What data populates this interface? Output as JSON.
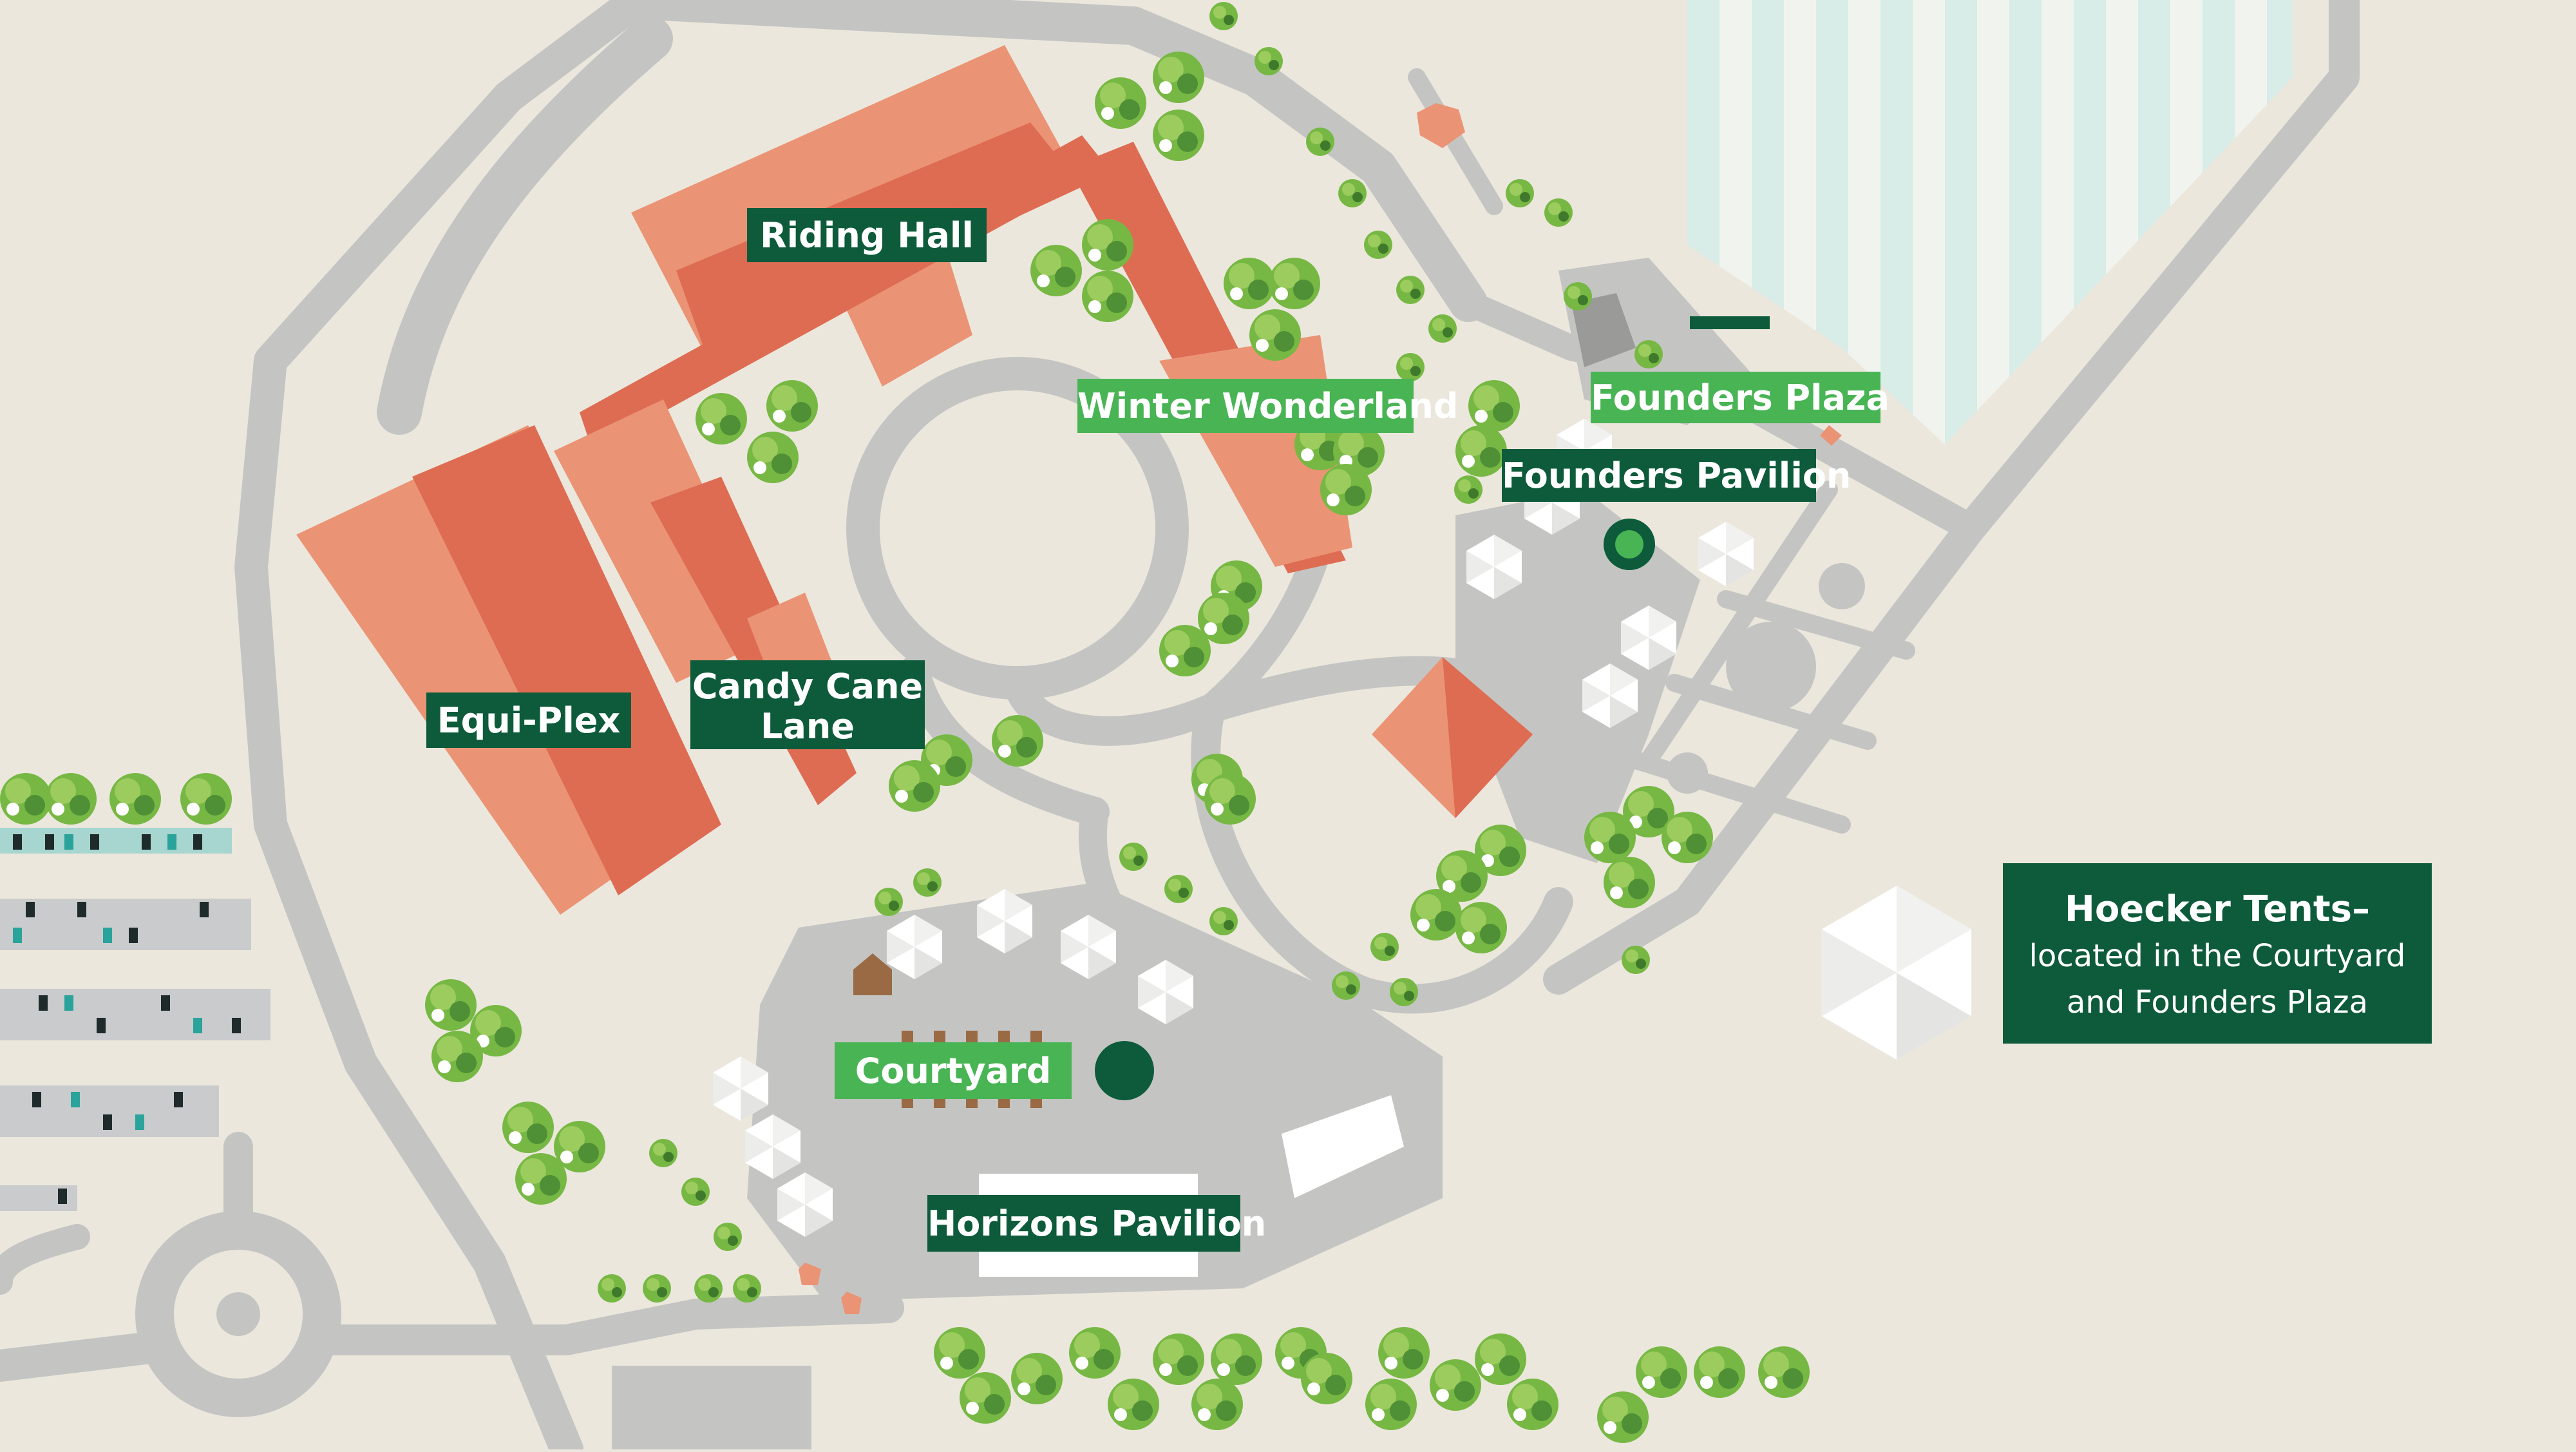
{
  "map": {
    "labels": {
      "riding_hall": "Riding Hall",
      "winter_wonderland": "Winter Wonderland",
      "founders_plaza": "Founders Plaza",
      "founders_pavilion": "Founders Pavilion",
      "equi_plex": "Equi-Plex",
      "candy_cane_lane_line1": "Candy Cane",
      "candy_cane_lane_line2": "Lane",
      "courtyard": "Courtyard",
      "horizons_pavilion": "Horizons Pavilion"
    },
    "legend": {
      "title": "Hoecker Tents–",
      "line1": "located in the Courtyard",
      "line2": "and Founders Plaza"
    },
    "colors": {
      "ground": "#ece7dd",
      "road": "#c4c5c3",
      "building_light": "#ea9475",
      "building_dark": "#de6c52",
      "label_dark": "#0d5b3b",
      "label_light": "#48b454",
      "tree": "#76b843",
      "tent": "#ffffff",
      "field_stripe": "#d8ece8"
    }
  }
}
